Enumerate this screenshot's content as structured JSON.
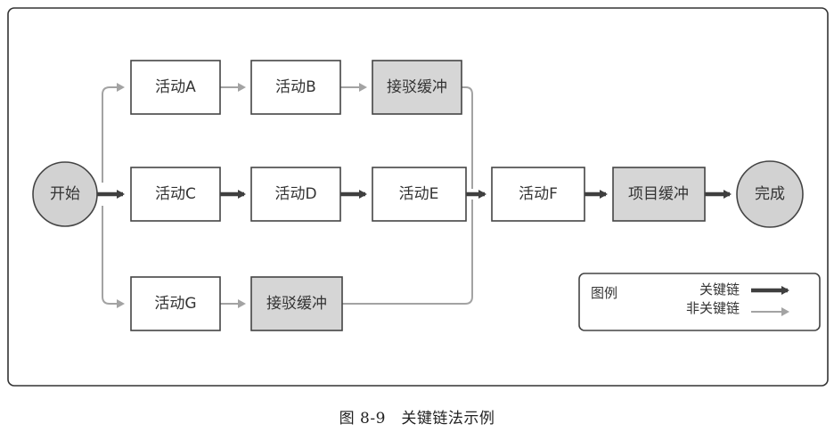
{
  "nodes": {
    "start": "开始",
    "activity_a": "活动A",
    "activity_b": "活动B",
    "feeding_buffer_top": "接驳缓冲",
    "activity_c": "活动C",
    "activity_d": "活动D",
    "activity_e": "活动E",
    "activity_f": "活动F",
    "project_buffer": "项目缓冲",
    "finish": "完成",
    "activity_g": "活动G",
    "feeding_buffer_bottom": "接驳缓冲"
  },
  "legend": {
    "title": "图例",
    "critical_label": "关键链",
    "noncritical_label": "非关键链"
  },
  "caption": "图 8-9　关键链法示例",
  "colors": {
    "critical": "#3f3f3f",
    "noncritical": "#a3a3a3",
    "buffer_fill": "#d6d6d6",
    "circle_fill": "#d2d2d2",
    "box_stroke": "#444444",
    "frame_stroke": "#333333"
  }
}
